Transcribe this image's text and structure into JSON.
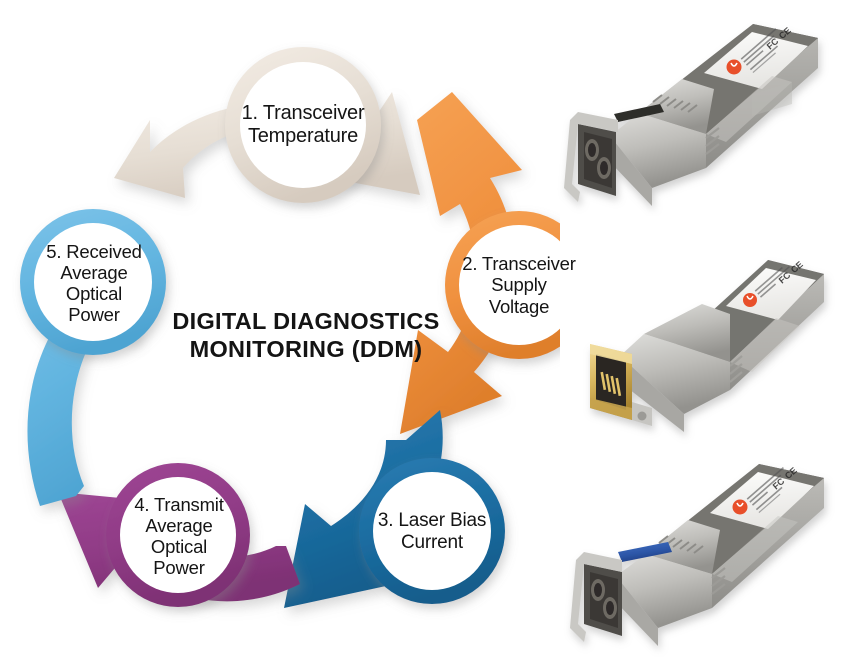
{
  "diagram": {
    "title": "DIGITAL DIAGNOSTICS\nMONITORING (DDM)",
    "title_line1": "DIGITAL DIAGNOSTICS",
    "title_line2": "MONITORING (DDM)",
    "nodes": [
      {
        "index": "1.",
        "label": "1. Transceiver\nTemperature",
        "text": "Transceiver Temperature",
        "color": "#e9e1d9",
        "ring_color": "#ded4ca",
        "fill": "#ffffff",
        "name": "transceiver-temperature"
      },
      {
        "index": "2.",
        "label": "2. Transceiver\nSupply\nVoltage",
        "text": "Transceiver Supply Voltage",
        "color": "#f0913f",
        "ring_color": "#f0913f",
        "fill": "#ffffff",
        "name": "transceiver-supply-voltage"
      },
      {
        "index": "3.",
        "label": "3. Laser Bias\nCurrent",
        "text": "Laser Bias Current",
        "color": "#1b6ca0",
        "ring_color": "#1b6ca0",
        "fill": "#ffffff",
        "name": "laser-bias-current"
      },
      {
        "index": "4.",
        "label": "4. Transmit\nAverage\nOptical\nPower",
        "text": "Transmit Average Optical Power",
        "color": "#903b86",
        "ring_color": "#903b86",
        "fill": "#ffffff",
        "name": "transmit-average-optical-power"
      },
      {
        "index": "5.",
        "label": "5. Received\nAverage\nOptical\nPower",
        "text": "Received Average Optical Power",
        "color": "#63b5e0",
        "ring_color": "#63b5e0",
        "fill": "#ffffff",
        "name": "received-average-optical-power"
      }
    ],
    "arrows": [
      {
        "name": "arrow-1-to-2",
        "from": "1. Transceiver Temperature",
        "to": "2. Transceiver Supply Voltage",
        "color": "#e4ddd4"
      },
      {
        "name": "arrow-2-to-3",
        "from": "2. Transceiver Supply Voltage",
        "to": "3. Laser Bias Current",
        "color": "#f0913f"
      },
      {
        "name": "arrow-3-to-4",
        "from": "3. Laser Bias Current",
        "to": "4. Transmit Average Optical Power",
        "color": "#1b6ca0"
      },
      {
        "name": "arrow-4-to-5",
        "from": "4. Transmit Average Optical Power",
        "to": "5. Received Average Optical Power",
        "color": "#903b86"
      },
      {
        "name": "arrow-5-to-1",
        "from": "5. Received Average Optical Power",
        "to": "1. Transceiver Temperature",
        "color": "#63b5e0"
      }
    ]
  },
  "photos": [
    {
      "name": "sfp-module-lc-duplex-top",
      "caption": "SFP+ transceiver module with LC duplex fiber connector",
      "connector": "LC duplex",
      "body_color": "#c9c8c4",
      "label_color": "#f4f4f2",
      "logo_color": "#e8502a"
    },
    {
      "name": "sfp-module-rj45-copper-middle",
      "caption": "SFP+ 10GBase-T copper transceiver module with RJ45 connector",
      "connector": "RJ45",
      "body_color": "#c9c8c4",
      "label_color": "#f4f4f2",
      "logo_color": "#e8502a"
    },
    {
      "name": "sfp-module-lc-duplex-bottom",
      "caption": "SFP+ single-mode transceiver module with blue LC duplex connector",
      "connector": "LC duplex (single-mode, blue)",
      "body_color": "#c9c8c4",
      "label_color": "#f4f4f2",
      "logo_color": "#e8502a"
    }
  ]
}
